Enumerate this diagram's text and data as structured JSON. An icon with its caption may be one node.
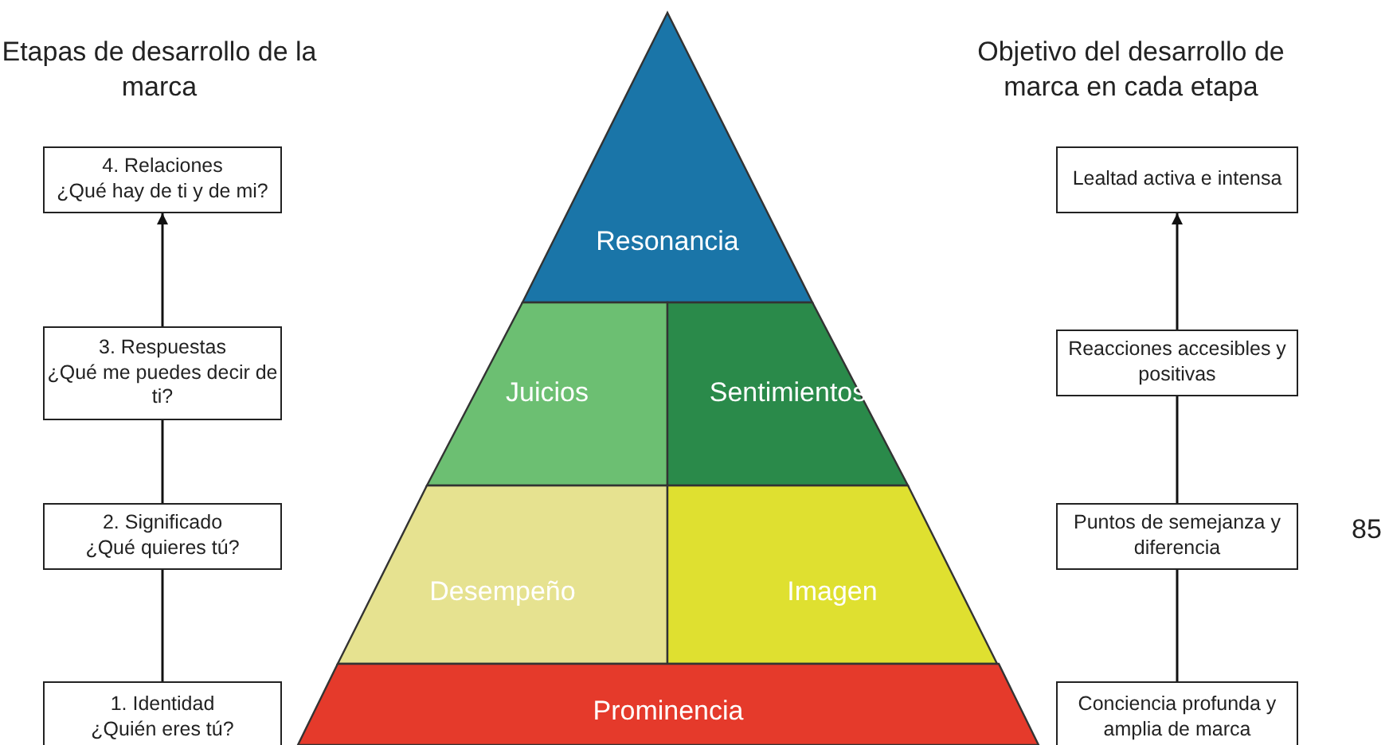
{
  "diagram": {
    "nodes": [
      {
        "text": [
          "4. Relaciones",
          "¿Qué hay de ti y de mi?"
        ]
      },
      {
        "text": [
          "3. Respuestas",
          "¿Qué me puedes decir de ti?"
        ]
      },
      {
        "text": [
          "2. Significado",
          "¿Qué quieres tú?"
        ]
      },
      {
        "text": [
          "1. Identidad",
          "¿Quién eres tú?"
        ]
      },
      {
        "text": [
          "Resonancia"
        ]
      },
      {
        "text": [
          "Juicios"
        ]
      },
      {
        "text": [
          "Sentimientos"
        ]
      },
      {
        "text": [
          "Desempeño"
        ]
      },
      {
        "text": [
          "Imagen"
        ]
      },
      {
        "text": [
          "Prominencia"
        ]
      },
      {
        "text": [
          "Lealtad activa e intensa"
        ]
      },
      {
        "text": [
          "Reacciones accesibles y positivas"
        ]
      },
      {
        "text": [
          "Puntos de semejanza y diferencia"
        ]
      },
      {
        "text": [
          "Conciencia profunda y amplia de marca"
        ]
      }
    ],
    "edges": [
      {
        "from": 3,
        "to": 2,
        "arrow": "none"
      },
      {
        "from": 2,
        "to": 1,
        "arrow": "none"
      },
      {
        "from": 1,
        "to": 0,
        "arrow": "to"
      },
      {
        "from": 13,
        "to": 12,
        "arrow": "none"
      },
      {
        "from": 12,
        "to": 11,
        "arrow": "none"
      },
      {
        "from": 11,
        "to": 10,
        "arrow": "to"
      }
    ],
    "labels": [
      "Etapas de desarrollo de la marca",
      "Objetivo del desarrollo de marca en cada etapa",
      "85"
    ]
  }
}
